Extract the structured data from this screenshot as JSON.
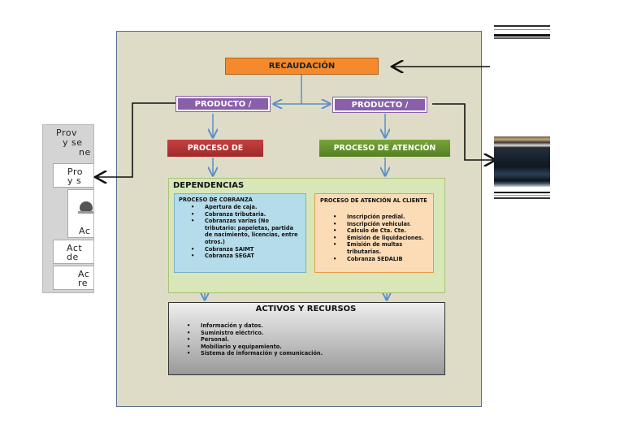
{
  "left_panel": {
    "line1": "Prov",
    "line2": "y se",
    "line3": "ne",
    "box1_line1": "Pro",
    "box1_line2": "y s",
    "box2_label": "Ac",
    "box3_line1": "Act",
    "box3_line2": "de",
    "box4_line1": "Ac",
    "box4_line2": "re"
  },
  "diagram": {
    "recaudacion": "RECAUDACIÓN",
    "producto_left": "PRODUCTO /",
    "producto_right": "PRODUCTO /",
    "proceso_left": "PROCESO DE",
    "proceso_right": "PROCESO DE ATENCIÓN",
    "dependencias_title": "DEPENDENCIAS",
    "cobranza": {
      "title": "PROCESO DE COBRANZA",
      "items": [
        "Apertura de caja.",
        "Cobranza tributaria.",
        "Cobranzas varias (No tributario: papeletas, partida de nacimiento, licencias, entre otros.)",
        "Cobranza SAIMT",
        "Cobranza SEGAT"
      ]
    },
    "atencion": {
      "title": "PROCESO DE ATENCIÓN AL CLIENTE",
      "items": [
        "Inscripción predial.",
        "Inscripción vehicular.",
        "Calculo de Cta. Cte.",
        "Emisión de liquidaciones.",
        "Emisión de multas tributarias.",
        "Cobranza SEDALIB"
      ]
    },
    "activos": {
      "title": "ACTIVOS Y RECURSOS",
      "items": [
        "Información y datos.",
        "Suministro eléctrico.",
        "Personal.",
        "Mobiliario y equipamiento.",
        "Sistema de información y comunicación."
      ]
    }
  },
  "colors": {
    "diagram_bg": "#dedbc6",
    "recaudacion": "#f58a2c",
    "producto": "#8a5faa",
    "proceso_left": "#a02a2a",
    "proceso_right": "#557f22",
    "dependencias": "#d8e6b8",
    "cobranza": "#b5dcea",
    "atencion": "#fbdcb6",
    "connector": "#5b8ec9"
  }
}
